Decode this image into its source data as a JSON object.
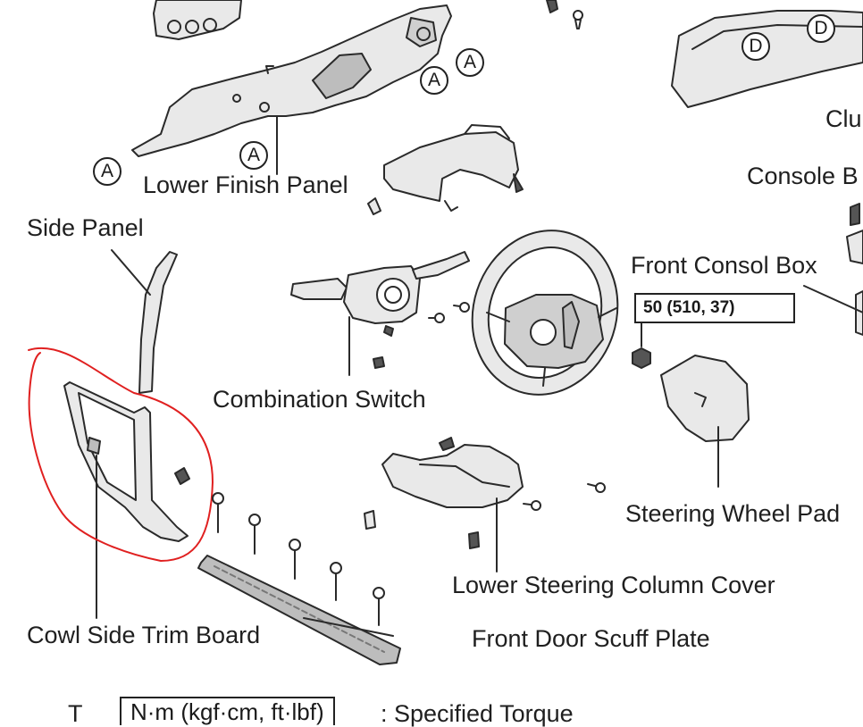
{
  "labels": {
    "lower_finish_panel": "Lower Finish Panel",
    "side_panel": "Side Panel",
    "combination_switch": "Combination Switch",
    "cowl_side_trim_board": "Cowl Side Trim Board",
    "front_door_scuff_plate": "Front Door Scuff Plate",
    "lower_steering_column_cover": "Lower Steering Column Cover",
    "steering_wheel_pad": "Steering Wheel Pad",
    "front_consol_box": "Front Consol Box",
    "console_box_partial": "Console B",
    "clu_partial": "Clu"
  },
  "torque_spec": "50 (510, 37)",
  "callouts": {
    "a": "A",
    "d": "D"
  },
  "legend": {
    "symbol": "T",
    "units": "N·m (kgf·cm, ft·lbf)",
    "description": ": Specified Torque"
  },
  "colors": {
    "line": "#2a2a2a",
    "part_fill": "#e9e9e9",
    "part_dark": "#bdbdbd",
    "highlight": "#e02020"
  }
}
